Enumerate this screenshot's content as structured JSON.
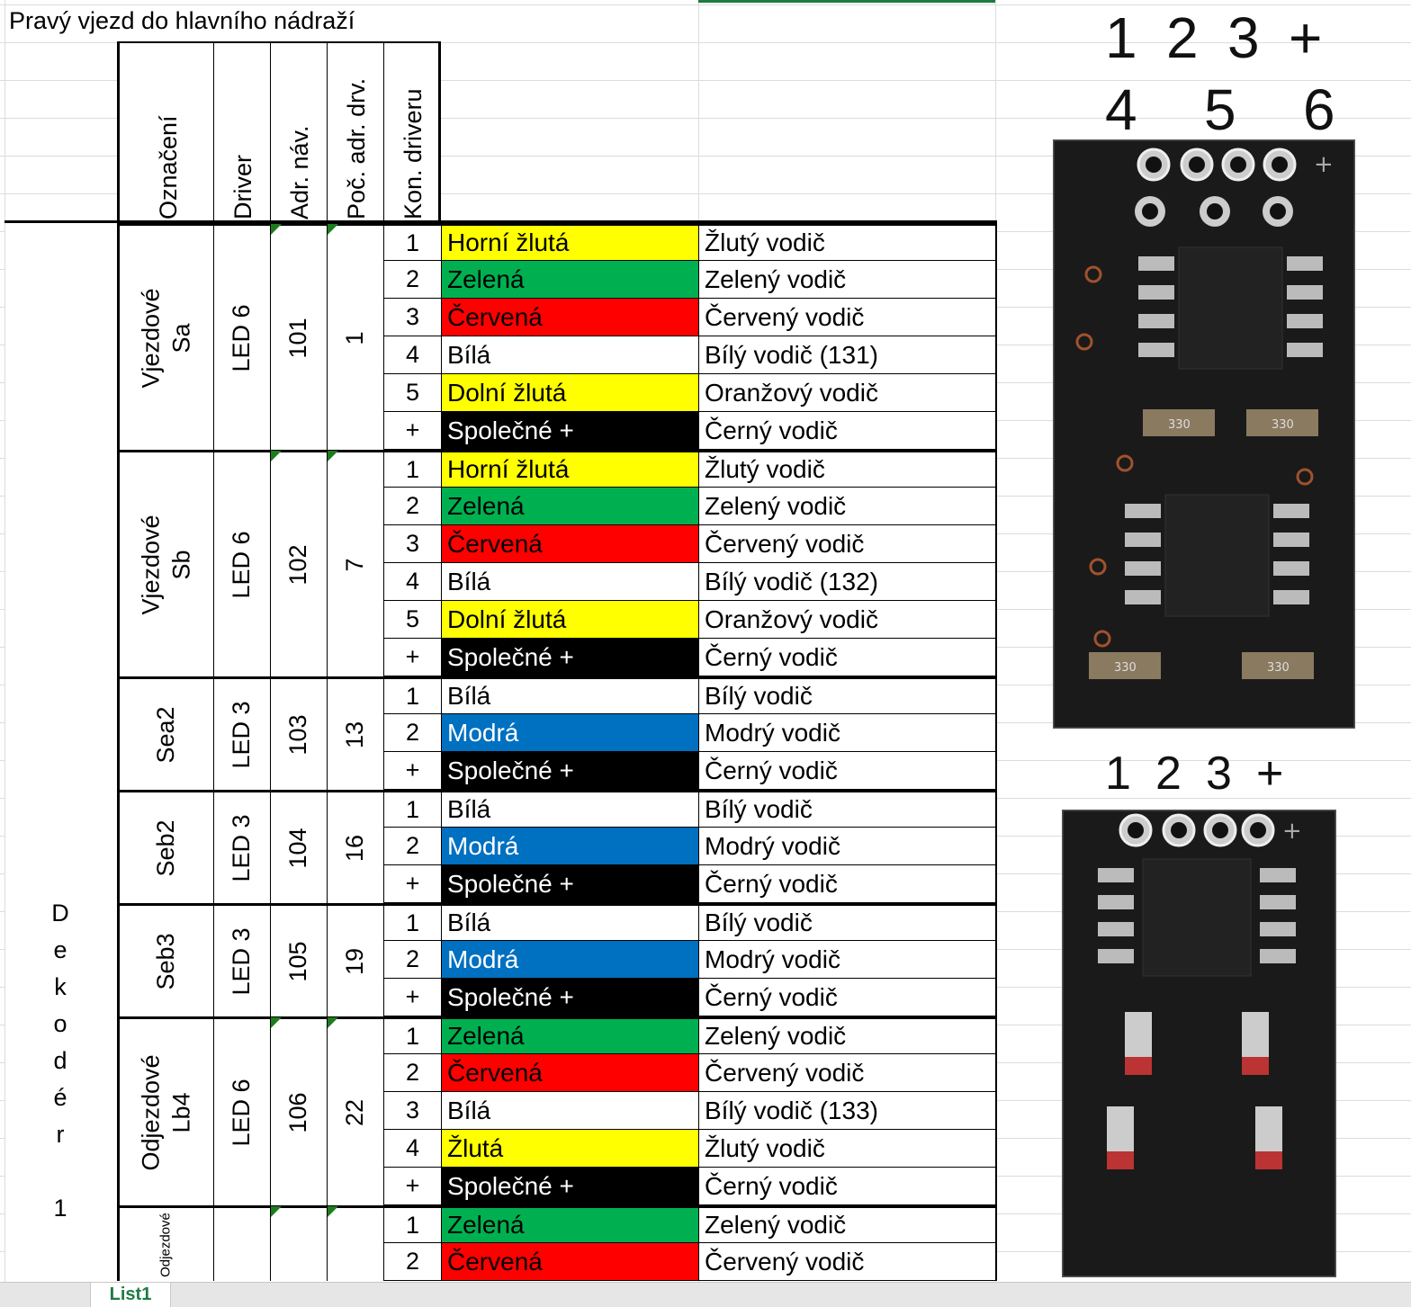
{
  "sheet_title": "Pravý vjezd do hlavního nádraží",
  "headers": [
    "Označení",
    "Driver",
    "Adr. náv.",
    "Poč. adr. drv.",
    "Kon. driveru"
  ],
  "decoder_label": [
    "D",
    "e",
    "k",
    "o",
    "d",
    "é",
    "r",
    "",
    "1"
  ],
  "colors": {
    "yellow": "#ffff00",
    "green": "#00b050",
    "red": "#ff0000",
    "white": "#ffffff",
    "blue": "#0070c0",
    "black": "#000000"
  },
  "groups": [
    {
      "label": [
        "Vjezdové",
        "Sa"
      ],
      "driver": "LED 6",
      "addr": "101",
      "start": "1",
      "flag": true,
      "rows": [
        {
          "pin": "1",
          "name": "Horní žlutá",
          "color": "yellow",
          "wire": "Žlutý vodič"
        },
        {
          "pin": "2",
          "name": "Zelená",
          "color": "green",
          "wire": "Zelený vodič"
        },
        {
          "pin": "3",
          "name": "Červená",
          "color": "red",
          "wire": "Červený vodič"
        },
        {
          "pin": "4",
          "name": "Bílá",
          "color": "white",
          "wire": "Bílý vodič (131)"
        },
        {
          "pin": "5",
          "name": "Dolní žlutá",
          "color": "yellow",
          "wire": "Oranžový vodič"
        },
        {
          "pin": "+",
          "name": "Společné +",
          "color": "black",
          "wire": "Černý vodič"
        }
      ]
    },
    {
      "label": [
        "Vjezdové",
        "Sb"
      ],
      "driver": "LED 6",
      "addr": "102",
      "start": "7",
      "flag": true,
      "rows": [
        {
          "pin": "1",
          "name": "Horní žlutá",
          "color": "yellow",
          "wire": "Žlutý vodič"
        },
        {
          "pin": "2",
          "name": "Zelená",
          "color": "green",
          "wire": "Zelený vodič"
        },
        {
          "pin": "3",
          "name": "Červená",
          "color": "red",
          "wire": "Červený vodič"
        },
        {
          "pin": "4",
          "name": "Bílá",
          "color": "white",
          "wire": "Bílý vodič (132)"
        },
        {
          "pin": "5",
          "name": "Dolní žlutá",
          "color": "yellow",
          "wire": "Oranžový vodič"
        },
        {
          "pin": "+",
          "name": "Společné +",
          "color": "black",
          "wire": "Černý vodič"
        }
      ]
    },
    {
      "label": [
        "Sea2"
      ],
      "driver": "LED 3",
      "addr": "103",
      "start": "13",
      "flag": false,
      "rows": [
        {
          "pin": "1",
          "name": "Bílá",
          "color": "white",
          "wire": "Bílý vodič"
        },
        {
          "pin": "2",
          "name": "Modrá",
          "color": "blue",
          "wire": "Modrý vodič"
        },
        {
          "pin": "+",
          "name": "Společné +",
          "color": "black",
          "wire": "Černý vodič"
        }
      ]
    },
    {
      "label": [
        "Seb2"
      ],
      "driver": "LED 3",
      "addr": "104",
      "start": "16",
      "flag": false,
      "rows": [
        {
          "pin": "1",
          "name": "Bílá",
          "color": "white",
          "wire": "Bílý vodič"
        },
        {
          "pin": "2",
          "name": "Modrá",
          "color": "blue",
          "wire": "Modrý vodič"
        },
        {
          "pin": "+",
          "name": "Společné +",
          "color": "black",
          "wire": "Černý vodič"
        }
      ]
    },
    {
      "label": [
        "Seb3"
      ],
      "driver": "LED 3",
      "addr": "105",
      "start": "19",
      "flag": false,
      "rows": [
        {
          "pin": "1",
          "name": "Bílá",
          "color": "white",
          "wire": "Bílý vodič"
        },
        {
          "pin": "2",
          "name": "Modrá",
          "color": "blue",
          "wire": "Modrý vodič"
        },
        {
          "pin": "+",
          "name": "Společné +",
          "color": "black",
          "wire": "Černý vodič"
        }
      ]
    },
    {
      "label": [
        "Odjezdové",
        "Lb4"
      ],
      "driver": "LED 6",
      "addr": "106",
      "start": "22",
      "flag": true,
      "rows": [
        {
          "pin": "1",
          "name": "Zelená",
          "color": "green",
          "wire": "Zelený vodič"
        },
        {
          "pin": "2",
          "name": "Červená",
          "color": "red",
          "wire": "Červený vodič"
        },
        {
          "pin": "3",
          "name": "Bílá",
          "color": "white",
          "wire": "Bílý vodič (133)"
        },
        {
          "pin": "4",
          "name": "Žlutá",
          "color": "yellow",
          "wire": "Žlutý vodič"
        },
        {
          "pin": "+",
          "name": "Společné +",
          "color": "black",
          "wire": "Černý vodič"
        }
      ]
    },
    {
      "label": [
        "Odjezdové"
      ],
      "driver": "",
      "addr": "",
      "start": "",
      "flag": true,
      "rows": [
        {
          "pin": "1",
          "name": "Zelená",
          "color": "green",
          "wire": "Zelený vodič"
        },
        {
          "pin": "2",
          "name": "Červená",
          "color": "red",
          "wire": "Červený vodič"
        }
      ]
    }
  ],
  "pcb_top": {
    "row1": [
      "1",
      "2",
      "3",
      "+"
    ],
    "row2": [
      "4",
      "5",
      "6"
    ],
    "resistor": "330"
  },
  "pcb_bottom": {
    "row1": [
      "1",
      "2",
      "3",
      "+"
    ]
  },
  "sheet_tab": "List1"
}
